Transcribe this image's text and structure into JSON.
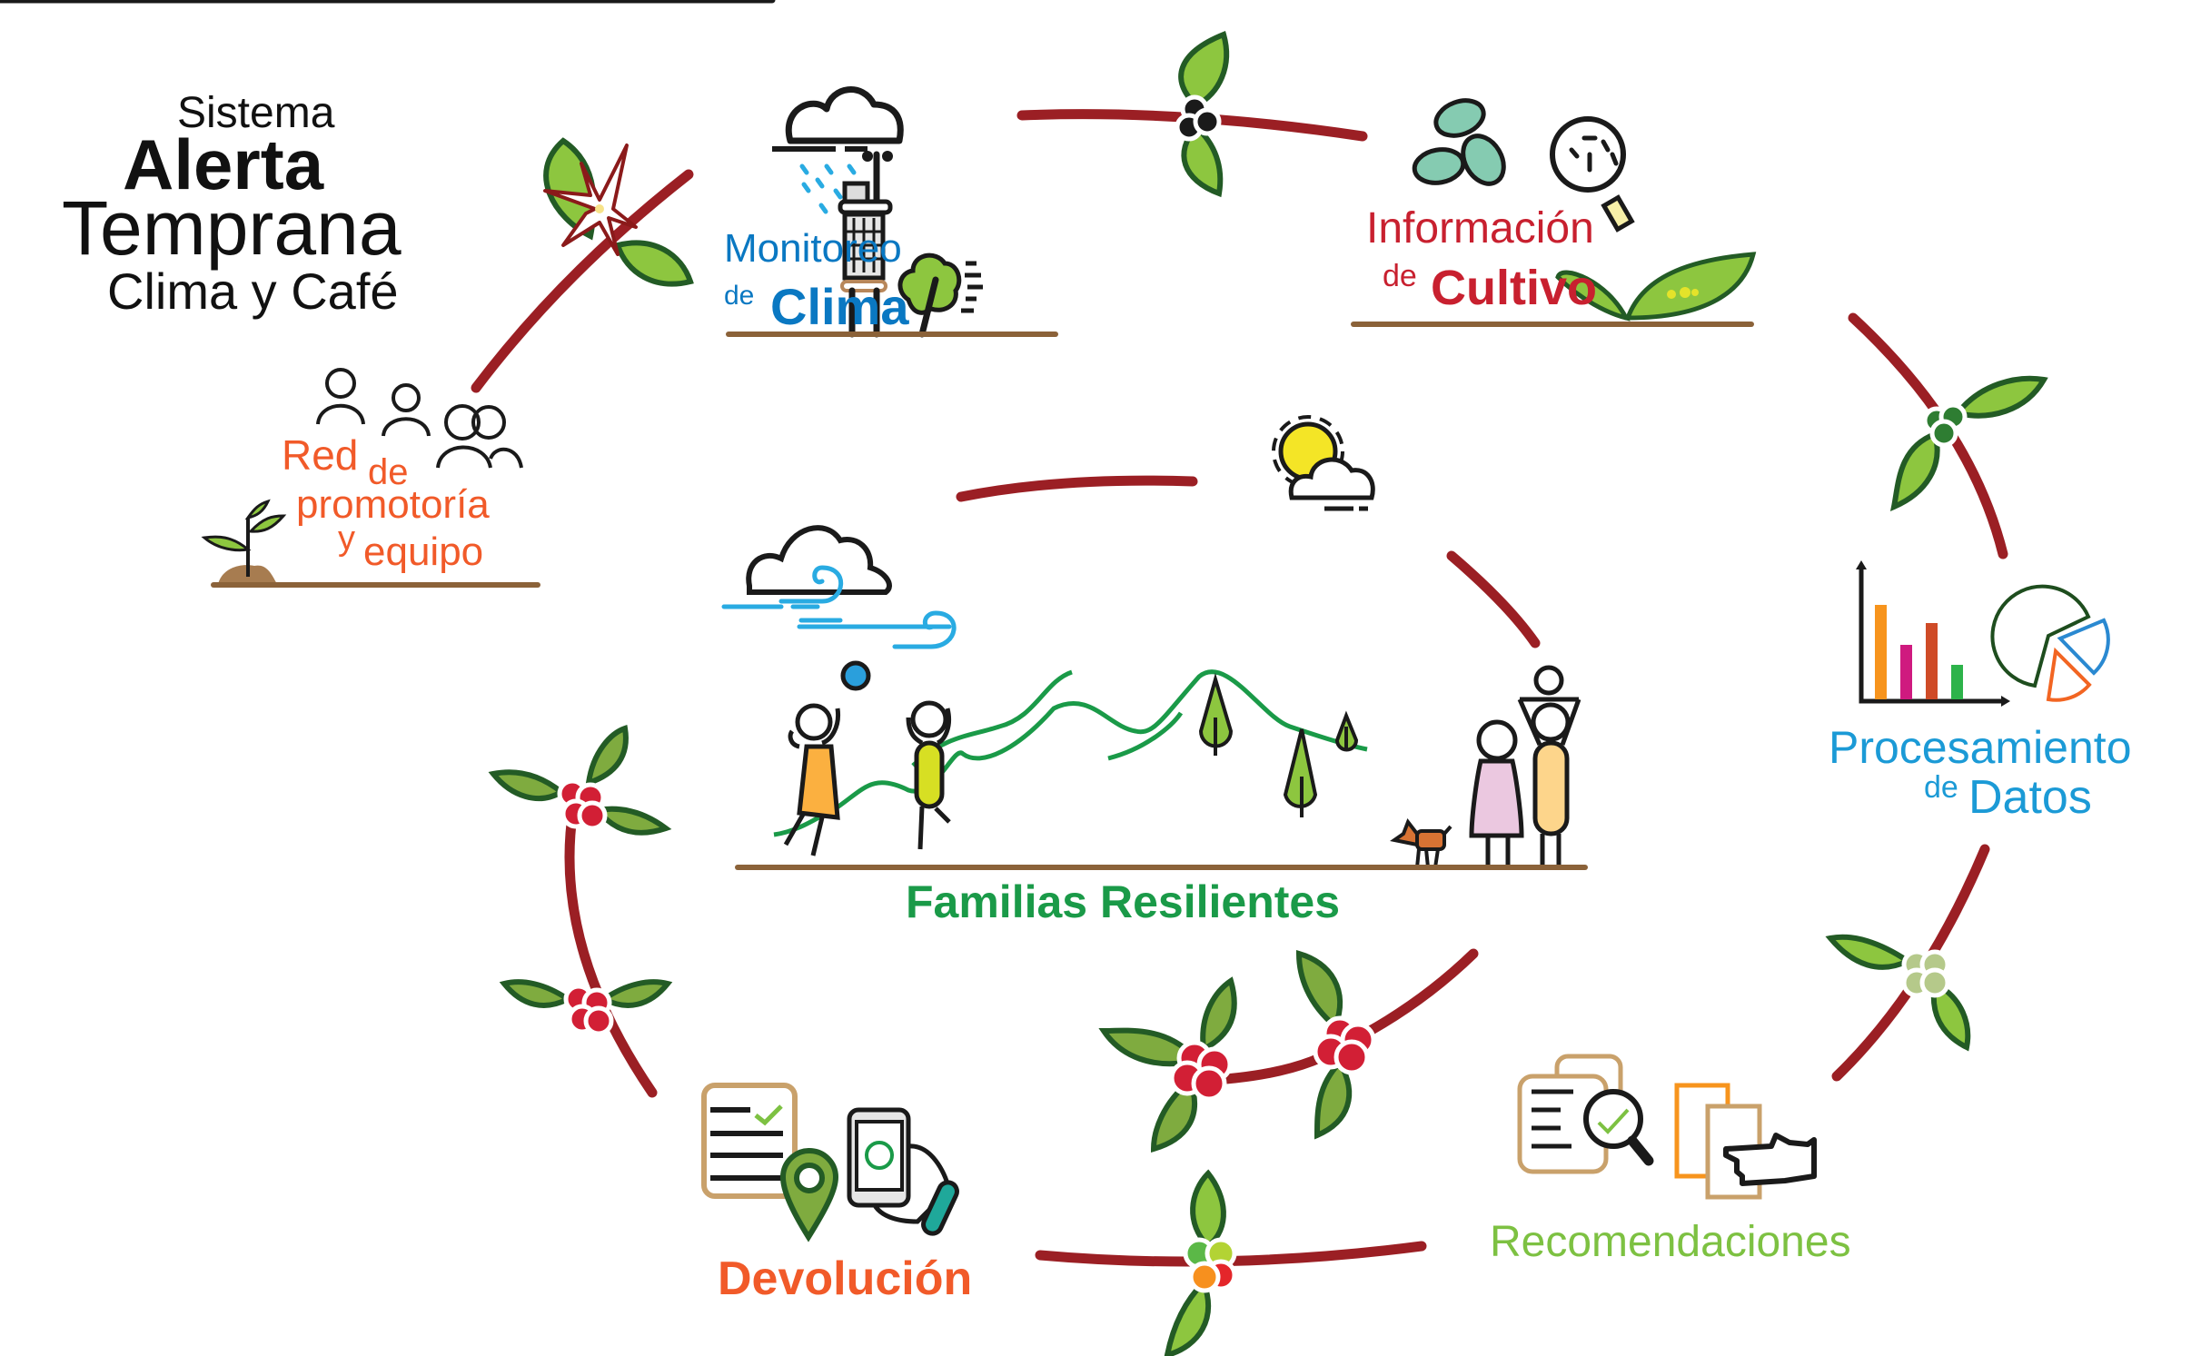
{
  "title": {
    "line1": "Sistema",
    "line2": "Alerta",
    "line3": "Temprana",
    "line4": "Clima y Café"
  },
  "nodes": {
    "monitoreo": {
      "line1": "Monitoreo",
      "de": "de",
      "line2": "Clima",
      "color": "#0a78c2"
    },
    "informacion": {
      "line1": "Información",
      "de": "de",
      "line2": "Cultivo",
      "color": "#c8202f"
    },
    "procesamiento": {
      "line1": "Procesamiento",
      "de": "de",
      "line2": "Datos",
      "color": "#1b9ad6"
    },
    "recomendaciones": {
      "line1": "Recomendaciones",
      "color": "#7dc142"
    },
    "devolucion": {
      "line1": "Devolución",
      "color": "#f15a29"
    },
    "red": {
      "line1": "Red",
      "de": "de",
      "line2": "promotoría",
      "y": "y",
      "line3": "equipo",
      "color": "#f15a29"
    },
    "familias": {
      "line1": "Familias Resilientes",
      "color": "#1a9a48"
    }
  },
  "icons": {
    "rain_cloud": "rain-cloud-icon",
    "weather_station": "weather-station-icon",
    "tree": "tree-icon",
    "coffee_beans": "coffee-beans-icon",
    "magnifier": "magnifier-icon",
    "leaf_plant": "plant-leaves-icon",
    "bar_chart": "bar-chart-icon",
    "pie_chart": "pie-chart-icon",
    "document_check": "document-check-icon",
    "pointing_hand": "pointing-hand-icon",
    "whatsapp_phone": "whatsapp-phone-icon",
    "location_pin": "location-pin-icon",
    "people": "people-icon",
    "seedling": "seedling-icon",
    "sun_cloud": "sun-cloud-icon",
    "wind_cloud": "wind-cloud-icon",
    "coffee_flower": "coffee-flower-icon"
  },
  "colors": {
    "stem": "#9b1f24",
    "leaf": "#7fab3f",
    "leaf_outline": "#235b25",
    "berry_red": "#d21f35",
    "ground": "#8b6239"
  }
}
